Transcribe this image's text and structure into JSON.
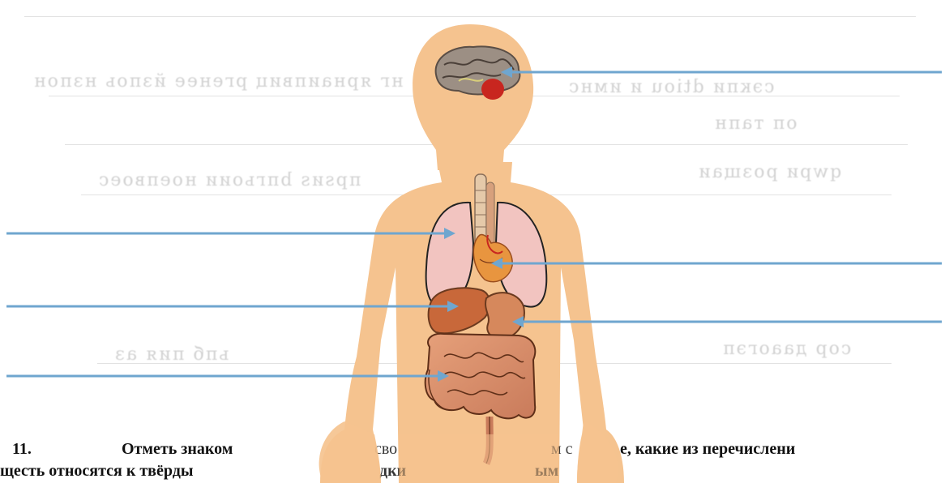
{
  "task": {
    "number": "11.",
    "line1_part1": "Отметь знаком",
    "line1_part2": "сво",
    "line1_part3": "м с",
    "line1_part4": "е, какие из перечислени",
    "line2_part1": "щесть относятся к твёрды",
    "line2_part2": "дки",
    "line2_part3": "ым"
  },
  "colors": {
    "body": "#f5c38f",
    "lungs": "#f2c4c0",
    "pointer": "#6fa6cf"
  },
  "pointers": {
    "count": 6
  },
  "icons": {
    "brain": "brain-icon",
    "lungs": "lungs-icon",
    "heart": "heart-icon",
    "liver": "liver-icon",
    "stomach": "stomach-icon",
    "intestines": "intestines-icon"
  }
}
